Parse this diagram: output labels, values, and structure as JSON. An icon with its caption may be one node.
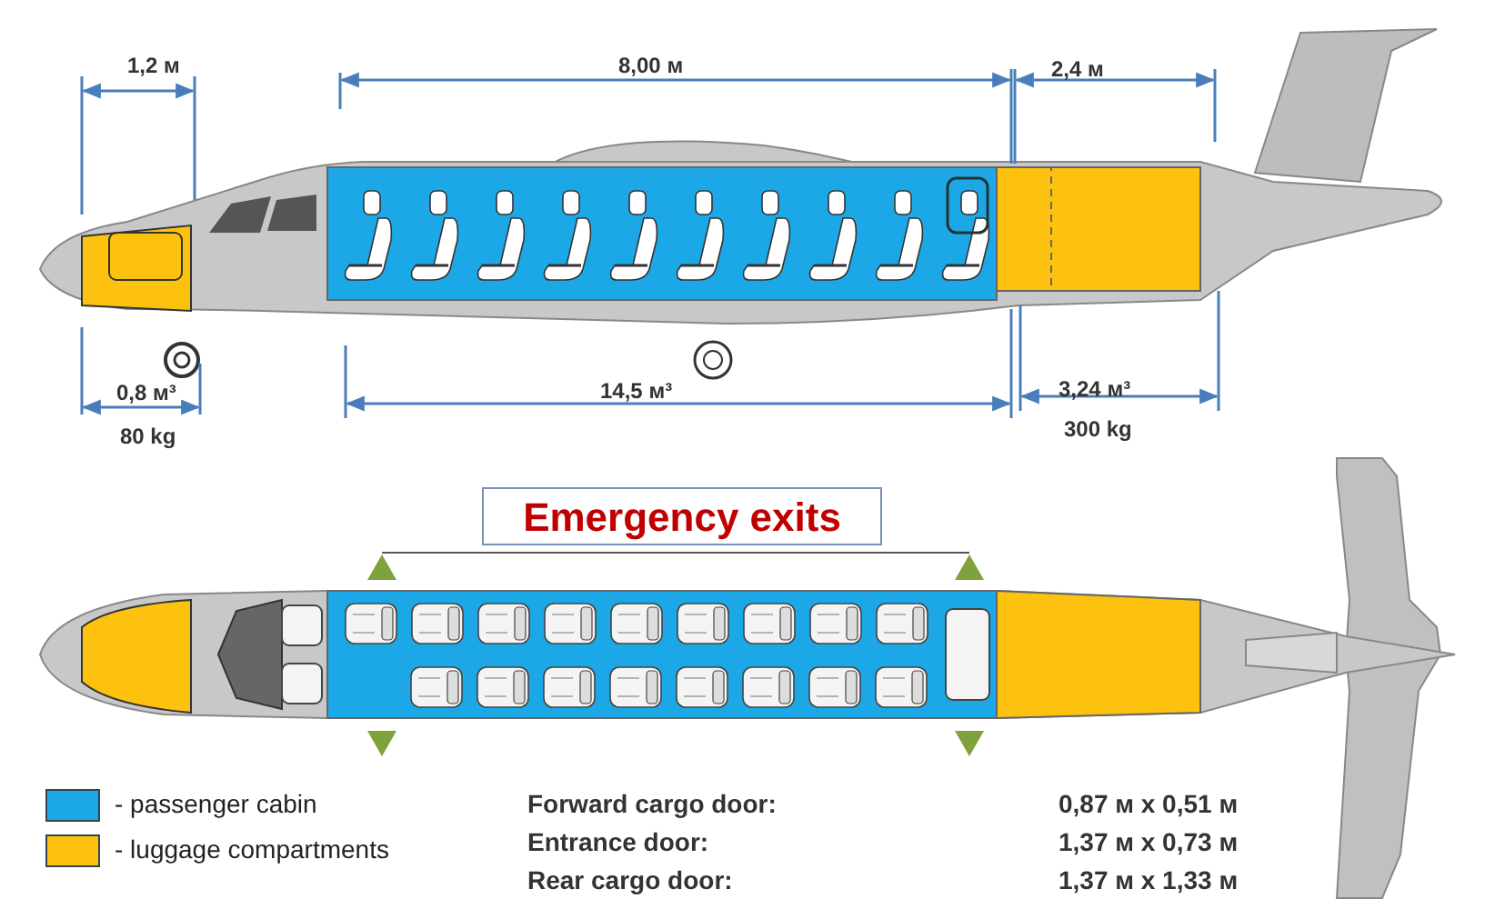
{
  "diagram": {
    "nodes": [
      {
        "text": [
          "Emergency exits"
        ]
      }
    ],
    "labels": [
      "1,2 м",
      "8,00 м",
      "2,4 м",
      "0,8 м³",
      "80 kg",
      "14,5 м³",
      "3,24 м³",
      "300 kg",
      "Forward cargo door:",
      "0,87 м x 0,51 м",
      "Entrance door:",
      "1,37 м x 0,73 м",
      "Rear cargo door:",
      "1,37 м x 1,33 м"
    ],
    "legend": [
      {
        "text": "- passenger cabin",
        "color": "#1ca8e6"
      },
      {
        "text": "- luggage compartments",
        "color": "#fdc20f"
      }
    ]
  }
}
